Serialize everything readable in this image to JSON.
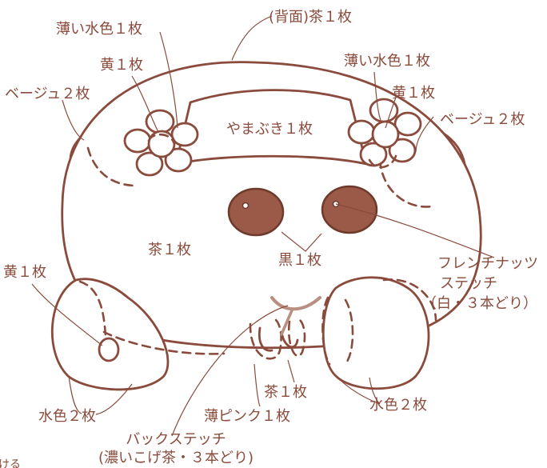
{
  "colors": {
    "outline": "#8a4b3c",
    "eye_fill": "#9b5a48",
    "mouth_stitch": "#b88f80",
    "background": "#ffffff"
  },
  "labels": {
    "back": "(背面)茶１枚",
    "light_blue_left": "薄い水色１枚",
    "yellow_left_top": "黄１枚",
    "beige_left": "ベージュ２枚",
    "light_blue_right": "薄い水色１枚",
    "yellow_right_top": "黄１枚",
    "beige_right": "ベージュ２枚",
    "headband": "やまぶき１枚",
    "body": "茶１枚",
    "nose": "黒１枚",
    "french_knot_1": "フレンチナッツ",
    "french_knot_2": "ステッチ",
    "french_knot_3": "（白・３本どり）",
    "yellow_left_bottom": "黄１枚",
    "blue_left": "水色２枚",
    "nose_brown": "茶１枚",
    "light_pink": "薄ピンク１枚",
    "blue_right": "水色２枚",
    "backstitch_1": "バックステッチ",
    "backstitch_2": "(濃いこげ茶・３本どり)",
    "cut_text": "ける"
  }
}
